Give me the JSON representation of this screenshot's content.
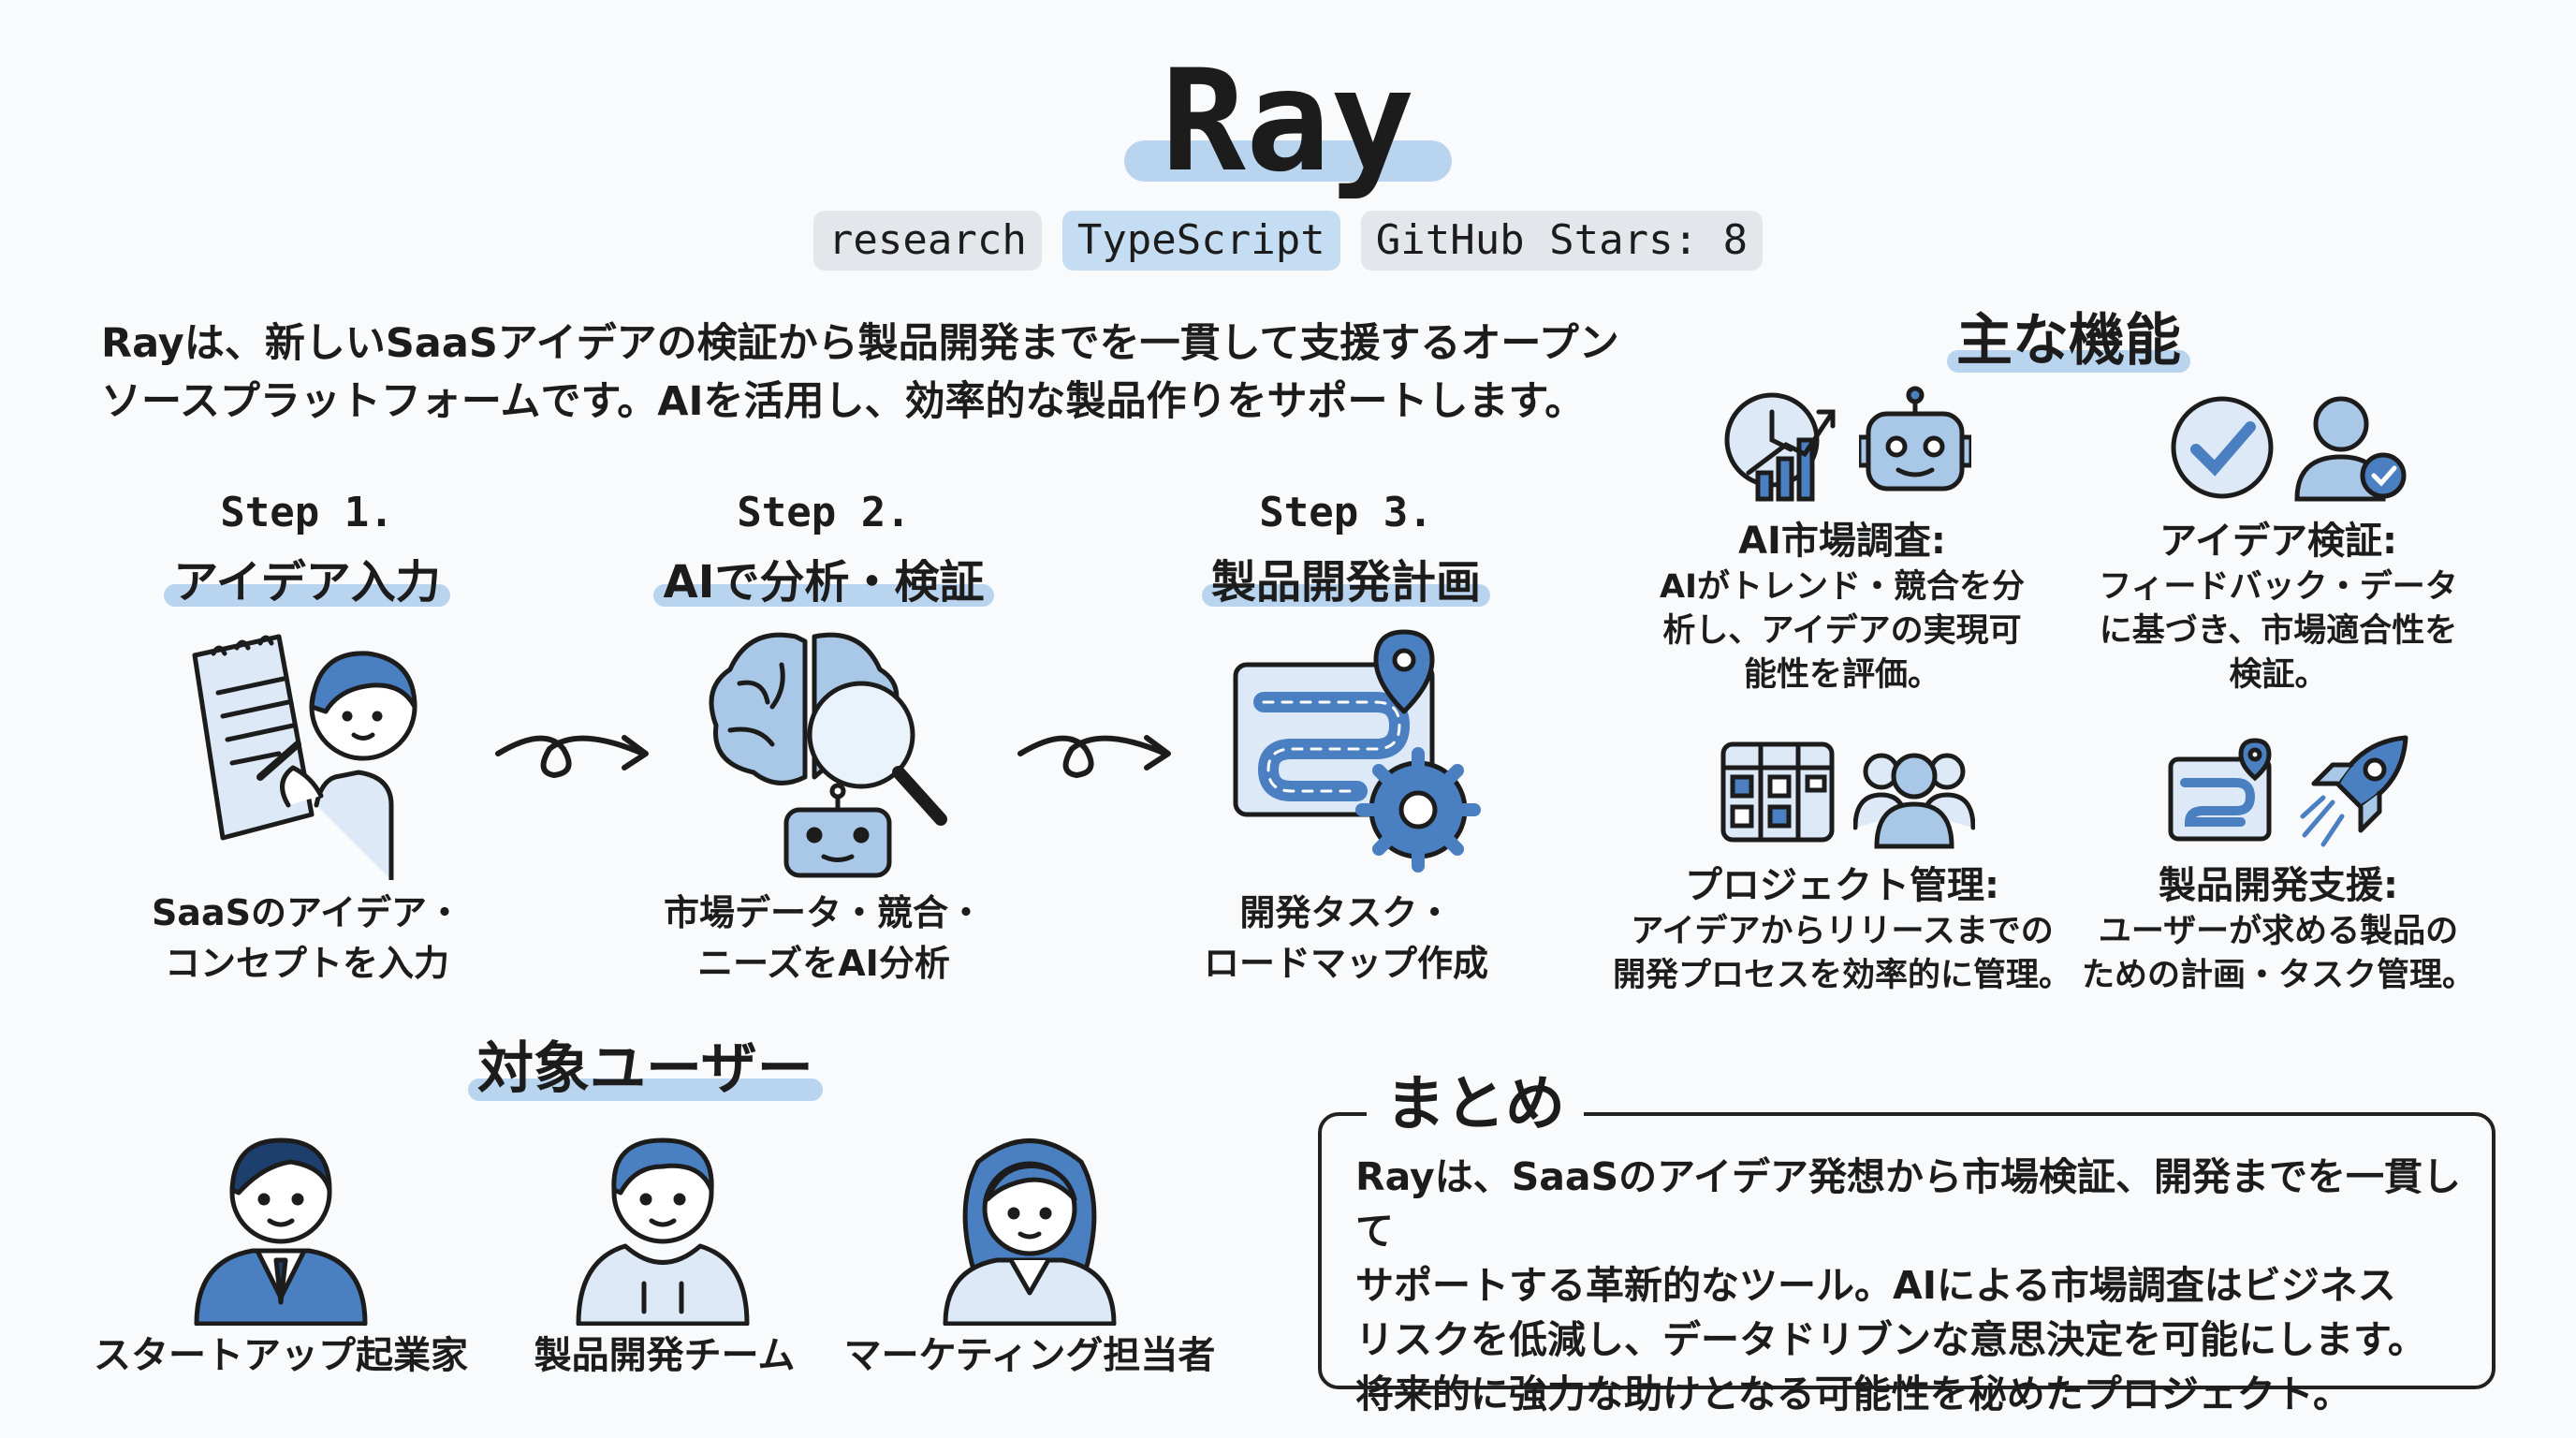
{
  "title": "Ray",
  "tags": [
    "research",
    "TypeScript",
    "GitHub Stars: 8"
  ],
  "intro": "Rayは、新しいSaaSアイデアの検証から製品開発までを一貫して支援するオープンソースプラットフォームです。AIを活用し、効率的な製品作りをサポートします。",
  "steps": [
    {
      "label": "Step 1.",
      "title": "アイデア入力",
      "desc_1": "SaaSのアイデア・",
      "desc_2": "コンセプトを入力",
      "icon": "notepad-writing-person-icon"
    },
    {
      "label": "Step 2.",
      "title": "AIで分析・検証",
      "desc_1": "市場データ・競合・",
      "desc_2": "ニーズをAI分析",
      "icon": "brain-magnifier-robot-icon"
    },
    {
      "label": "Step 3.",
      "title": "製品開発計画",
      "desc_1": "開発タスク・",
      "desc_2": "ロードマップ作成",
      "icon": "roadmap-gear-icon"
    }
  ],
  "features": {
    "title": "主な機能",
    "items": [
      {
        "title": "AI市場調査:",
        "lines": [
          "AIがトレンド・競合を分",
          "析し、アイデアの実現可",
          "能性を評価。"
        ],
        "icons": [
          "clock-chart-icon",
          "robot-icon"
        ]
      },
      {
        "title": "アイデア検証:",
        "lines": [
          "フィードバック・データ",
          "に基づき、市場適合性を",
          "検証。"
        ],
        "icons": [
          "checkmark-circle-icon",
          "user-check-icon"
        ]
      },
      {
        "title": "プロジェクト管理:",
        "lines": [
          "アイデアからリリースまでの",
          "開発プロセスを効率的に管理。"
        ],
        "icons": [
          "kanban-board-icon",
          "team-icon"
        ]
      },
      {
        "title": "製品開発支援:",
        "lines": [
          "ユーザーが求める製品の",
          "ための計画・タスク管理。"
        ],
        "icons": [
          "roadmap-icon",
          "rocket-icon"
        ]
      }
    ]
  },
  "users": {
    "title": "対象ユーザー",
    "items": [
      {
        "label": "スタートアップ起業家",
        "icon": "businessman-icon"
      },
      {
        "label": "製品開発チーム",
        "icon": "hoodie-person-icon"
      },
      {
        "label": "マーケティング担当者",
        "icon": "woman-icon"
      }
    ]
  },
  "summary": {
    "title": "まとめ",
    "lines": [
      "Rayは、SaaSのアイデア発想から市場検証、開発までを一貫して",
      "サポートする革新的なツール。AIによる市場調査はビジネス",
      "リスクを低減し、データドリブンな意思決定を可能にします。",
      "将来的に強力な助けとなる可能性を秘めたプロジェクト。"
    ]
  },
  "colors": {
    "accent": "#4a7fc1",
    "highlight": "#b8d4ef",
    "icon_fill": "#a9c8e8",
    "text": "#1c1c1c"
  }
}
